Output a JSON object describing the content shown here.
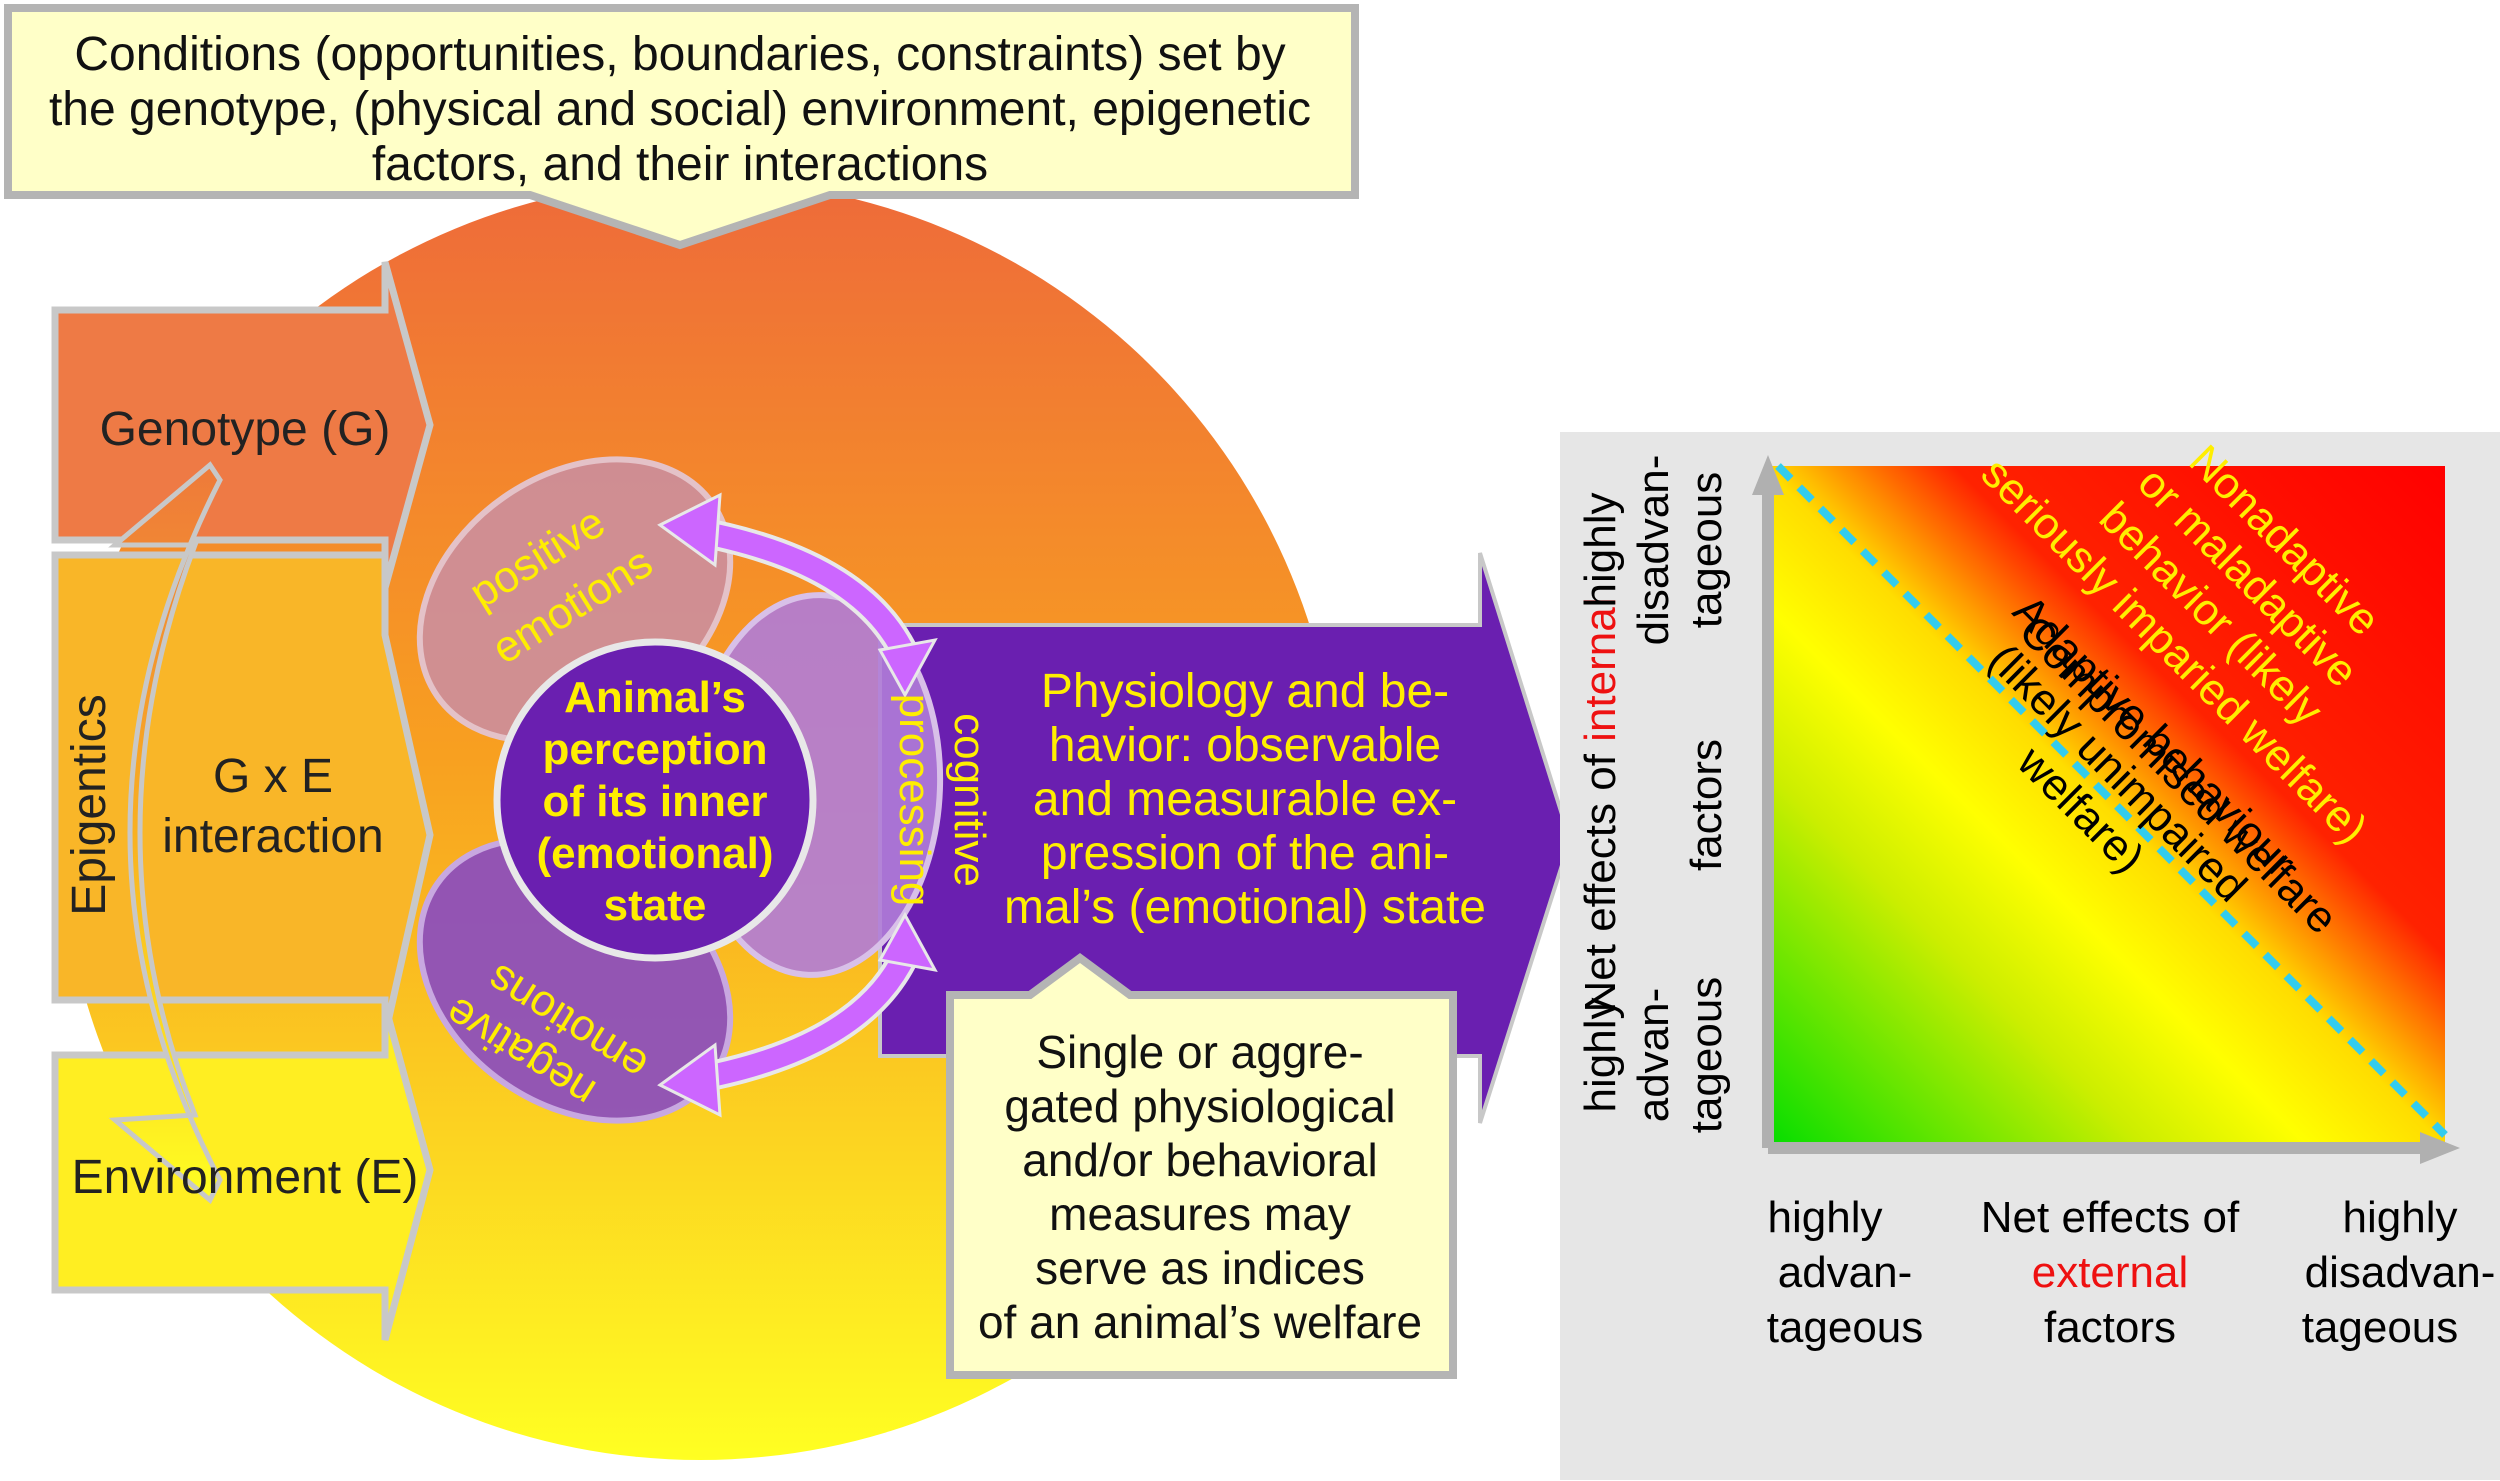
{
  "conditions_box": {
    "line1": "Conditions (opportunities, boundaries, constraints) set by",
    "line2": "the genotype, (physical and social) environment, epigenetic",
    "line3": "factors, and their interactions"
  },
  "inputs": {
    "genotype": "Genotype (G)",
    "gxe_line1": "G x E",
    "gxe_line2": "interaction",
    "environment": "Environment (E)",
    "epigenetics": "Epigentics"
  },
  "emotions": {
    "positive_line1": "positive",
    "positive_line2": "emotions",
    "negative_line1": "negative",
    "negative_line2": "emotions",
    "cognitive_line1": "cognitive",
    "cognitive_line2": "processing"
  },
  "center": {
    "line1": "Animal’s",
    "line2": "perception",
    "line3": "of its inner",
    "line4": "(emotional)",
    "line5": "state"
  },
  "output_arrow": {
    "line1": "Physiology and be-",
    "line2": "havior: observable",
    "line3": "and measurable ex-",
    "line4": "pression of the ani-",
    "line5": "mal’s (emotional) state"
  },
  "measures_box": {
    "line1": "Single or aggre-",
    "line2": "gated physiological",
    "line3": "and/or behavioral",
    "line4": "measures may",
    "line5": "serve as indices",
    "line6": "of an animal’s welfare"
  },
  "welfare_chart": {
    "y_axis": {
      "title_part1": "Net effects of ",
      "title_highlight": "internal",
      "title_part3": "factors",
      "low_line1": "highly",
      "low_line2": "advan-",
      "low_line3": "tageous",
      "high_line1": "highly",
      "high_line2": "disadvan-",
      "high_line3": "tageous"
    },
    "x_axis": {
      "title_line1": "Net effects of",
      "title_highlight": "external",
      "title_line3": "factors",
      "low_line1": "highly",
      "low_line2": "advan-",
      "low_line3": "tageous",
      "high_line1": "highly",
      "high_line2": "disadvan-",
      "high_line3": "tageous"
    },
    "zones": {
      "adaptive_line1": "Adaptive behaviour",
      "adaptive_line2": "(likely unimpaired",
      "adaptive_line3": "welfare)",
      "compromised": "Compromised welfare",
      "nonadaptive_line1": "Nonadaptive",
      "nonadaptive_line2": "or maladaptive",
      "nonadaptive_line3": "behavior (likely",
      "nonadaptive_line4": "seriously imparied welfare)"
    },
    "colors": {
      "adaptive": "#00dd00",
      "compromised": "#ffff00",
      "nonadaptive": "#ff0000",
      "diagonal": "#33ccee",
      "highlight_text": "#ee1111"
    }
  },
  "colors": {
    "circle_top": "#f07a3a",
    "circle_bottom": "#ffff22",
    "purple": "#6a1fb0",
    "emotion_arrow": "#cc66ff",
    "callout_fill": "#ffffc8",
    "yellow_text": "#ffee00"
  }
}
